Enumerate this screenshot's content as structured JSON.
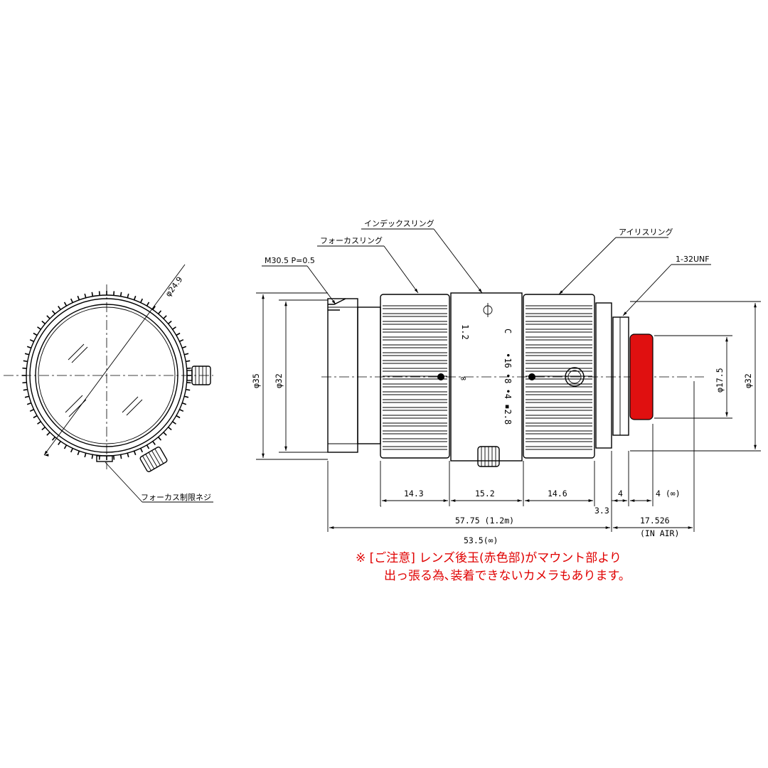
{
  "labels": {
    "index_ring": "インデックスリング",
    "focus_ring": "フォーカスリング",
    "iris_ring": "アイリスリング",
    "thread": "M30.5 P=0.5",
    "mount_thread": "1-32UNF",
    "focus_screw": "フォーカス制限ネジ"
  },
  "marks": {
    "phi_symbol": "φ",
    "f_min": "1.2",
    "f_close": "C",
    "infinity": "∞",
    "f_scale": "•16 •8 •4 ▪2.8"
  },
  "dimensions": {
    "front_dia": "φ24.9",
    "phi35": "φ35",
    "phi32_front": "φ32",
    "phi17_5": "φ17.5",
    "phi32_rear": "φ32",
    "d14_3": "14.3",
    "d15_2": "15.2",
    "d14_6": "14.6",
    "d4a": "4",
    "d4b": "4 (∞)",
    "d3_3": "3.3",
    "d57_75": "57.75  (1.2m)",
    "d17_526": "17.526",
    "in_air": "(IN AIR)",
    "d53_5": "53.5(∞)"
  },
  "note": {
    "line1": "※ [ご注意] レンズ後玉(赤色部)がマウント部より",
    "line2": "出っ張る為､装着できないカメラもあります。"
  },
  "colors": {
    "rear_element": "#e01010",
    "note_text": "#e00000"
  }
}
